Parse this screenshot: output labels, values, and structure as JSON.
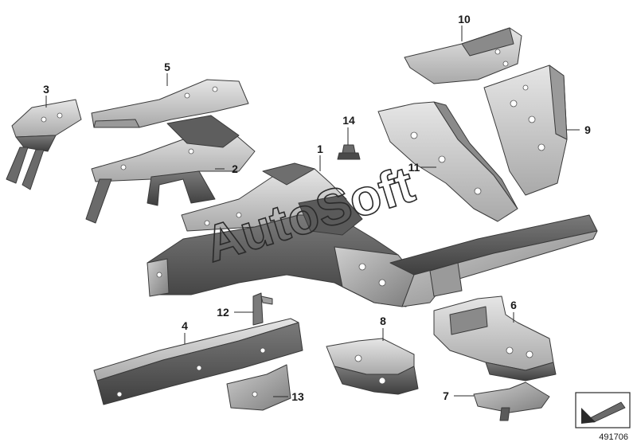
{
  "diagram": {
    "callouts": [
      {
        "id": "1",
        "label": "1"
      },
      {
        "id": "2",
        "label": "2"
      },
      {
        "id": "3",
        "label": "3"
      },
      {
        "id": "4",
        "label": "4"
      },
      {
        "id": "5",
        "label": "5"
      },
      {
        "id": "6",
        "label": "6"
      },
      {
        "id": "7",
        "label": "7"
      },
      {
        "id": "8",
        "label": "8"
      },
      {
        "id": "9",
        "label": "9"
      },
      {
        "id": "10",
        "label": "10"
      },
      {
        "id": "11",
        "label": "11"
      },
      {
        "id": "12",
        "label": "12"
      },
      {
        "id": "13",
        "label": "13"
      },
      {
        "id": "14",
        "label": "14"
      }
    ],
    "watermark": "AutoSoft",
    "diagram_number": "491706",
    "colors": {
      "part_dark": "#4a4a4a",
      "part_mid": "#8c8c8c",
      "part_light": "#d6d6d6",
      "outline": "#3a3a3a"
    }
  }
}
